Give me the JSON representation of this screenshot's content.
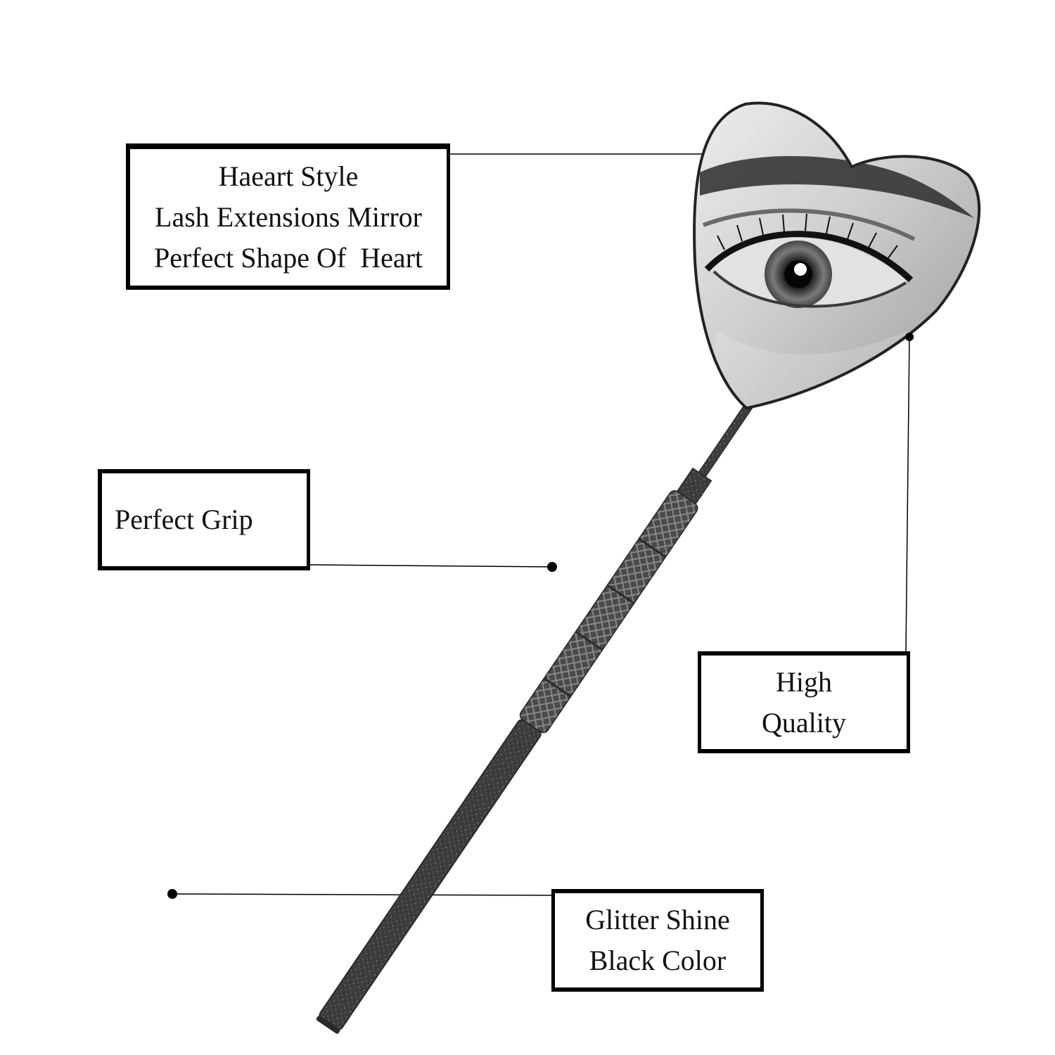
{
  "callouts": {
    "heart": {
      "lines": [
        "Haeart Style",
        "Lash Extensions Mirror",
        "Perfect Shape Of  Heart"
      ]
    },
    "grip": {
      "lines": [
        "Perfect Grip"
      ]
    },
    "quality": {
      "lines": [
        "High",
        "Quality"
      ]
    },
    "glitter": {
      "lines": [
        "Glitter Shine",
        "Black Color"
      ]
    }
  },
  "colors": {
    "background": "#ffffff",
    "ink": "#000000",
    "handle": "#3a3a3a",
    "mirror": "#c9c9c9"
  }
}
